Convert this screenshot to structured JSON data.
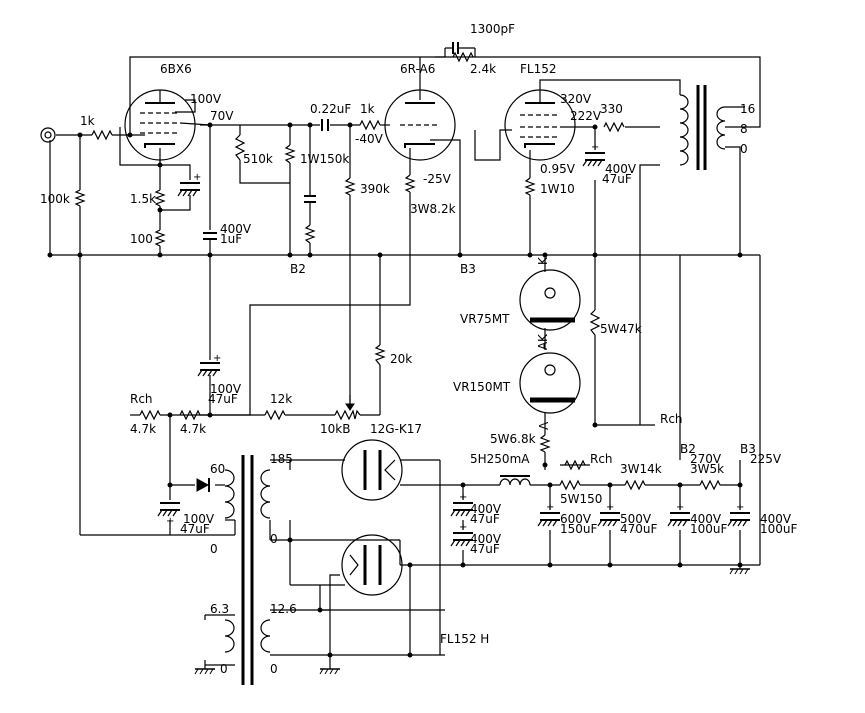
{
  "tubes": {
    "v1": "6BX6",
    "v2": "6R-A6",
    "v3": "FL152",
    "rect": "12G-K17",
    "vr1": "VR75MT",
    "vr2": "VR150MT"
  },
  "labels": {
    "c_fb": "1300pF",
    "r_fb": "2.4k",
    "r_in": "1k",
    "r_grid": "100k",
    "v1_plate": "100V",
    "v1_screen": "70V",
    "r_v1_cath1": "1.5k",
    "r_v1_cath2": "100",
    "r_510": "510k",
    "c_400_1": "400V",
    "c_1uf": "1uF",
    "c_022": "0.22uF",
    "r_1k_b": "1k",
    "v2_grid": "-40V",
    "r_1w150": "1W150k",
    "r_390": "390k",
    "v2_cath": "-25V",
    "r_3w82": "3W8.2k",
    "v3_plate": "320V",
    "v3_screen": "222V",
    "r_330": "330",
    "v3_cath": "0.95V",
    "r_1w10": "1W10",
    "c_400_47": "400V",
    "c_47uf": "47uF",
    "tap16": "16",
    "tap8": "8",
    "tap0": "0",
    "b2_a": "B2",
    "b3_a": "B3",
    "k1": "K",
    "a1": "A",
    "k2": "K",
    "a2": "A",
    "r_5w47": "5W47k",
    "r_20k": "20k",
    "c_100v": "100V",
    "c_47uf_b": "47uF",
    "r_12k": "12k",
    "rch1": "Rch",
    "r_47a": "4.7k",
    "r_47b": "4.7k",
    "pot_10kb": "10kB",
    "rch2": "Rch",
    "r_5w68": "5W6.8k",
    "ch_5h": "5H250mA",
    "rch3": "Rch",
    "r_5w150": "5W150",
    "r_3w14": "3W14k",
    "b2_b": "B2",
    "v270": "270V",
    "r_3w5": "3W5k",
    "b3_b": "B3",
    "v225": "225V",
    "sec60": "60",
    "sec185": "185",
    "sec0a": "0",
    "sec0b": "0",
    "c100v": "100V",
    "c47uf_c": "47uF",
    "c400v_a": "400V",
    "c47uf_d": "47uF",
    "c400v_b": "400V",
    "c47uf_e": "47uF",
    "c600v": "600V",
    "c150uf": "150uF",
    "c500v": "500V",
    "c470uf": "470uF",
    "c400v_c": "400V",
    "c100uf_a": "100uF",
    "c400v_d": "400V",
    "c100uf_b": "100uF",
    "h63": "6.3",
    "h126": "12.6",
    "h0a": "0",
    "h0b": "0",
    "fl152h": "FL152 H"
  }
}
